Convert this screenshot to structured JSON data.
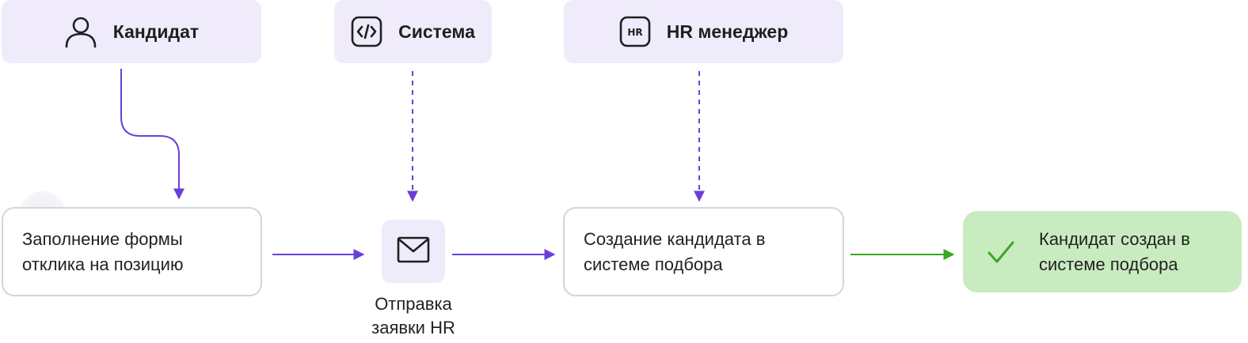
{
  "actors": {
    "candidate": {
      "label": "Кандидат",
      "icon": "user-icon"
    },
    "system": {
      "label": "Система",
      "icon": "code-icon"
    },
    "hr_manager": {
      "label": "HR менеджер",
      "icon": "hr-badge-icon",
      "icon_text": "HR"
    }
  },
  "steps": {
    "fill_form": {
      "label": "Заполнение формы отклика на позицию"
    },
    "send_request": {
      "label": "Отправка заявки HR",
      "icon": "mail-icon"
    },
    "create_candidate": {
      "label": "Создание кандидата в системе подбора"
    }
  },
  "result": {
    "label": "Кандидат создан в системе подбора",
    "icon": "check-icon"
  },
  "colors": {
    "actor_bg": "#efebfb",
    "accent": "#6a3fd8",
    "success": "#3aa820",
    "success_bg": "#c9ebc0",
    "border": "#d3d6e0"
  }
}
